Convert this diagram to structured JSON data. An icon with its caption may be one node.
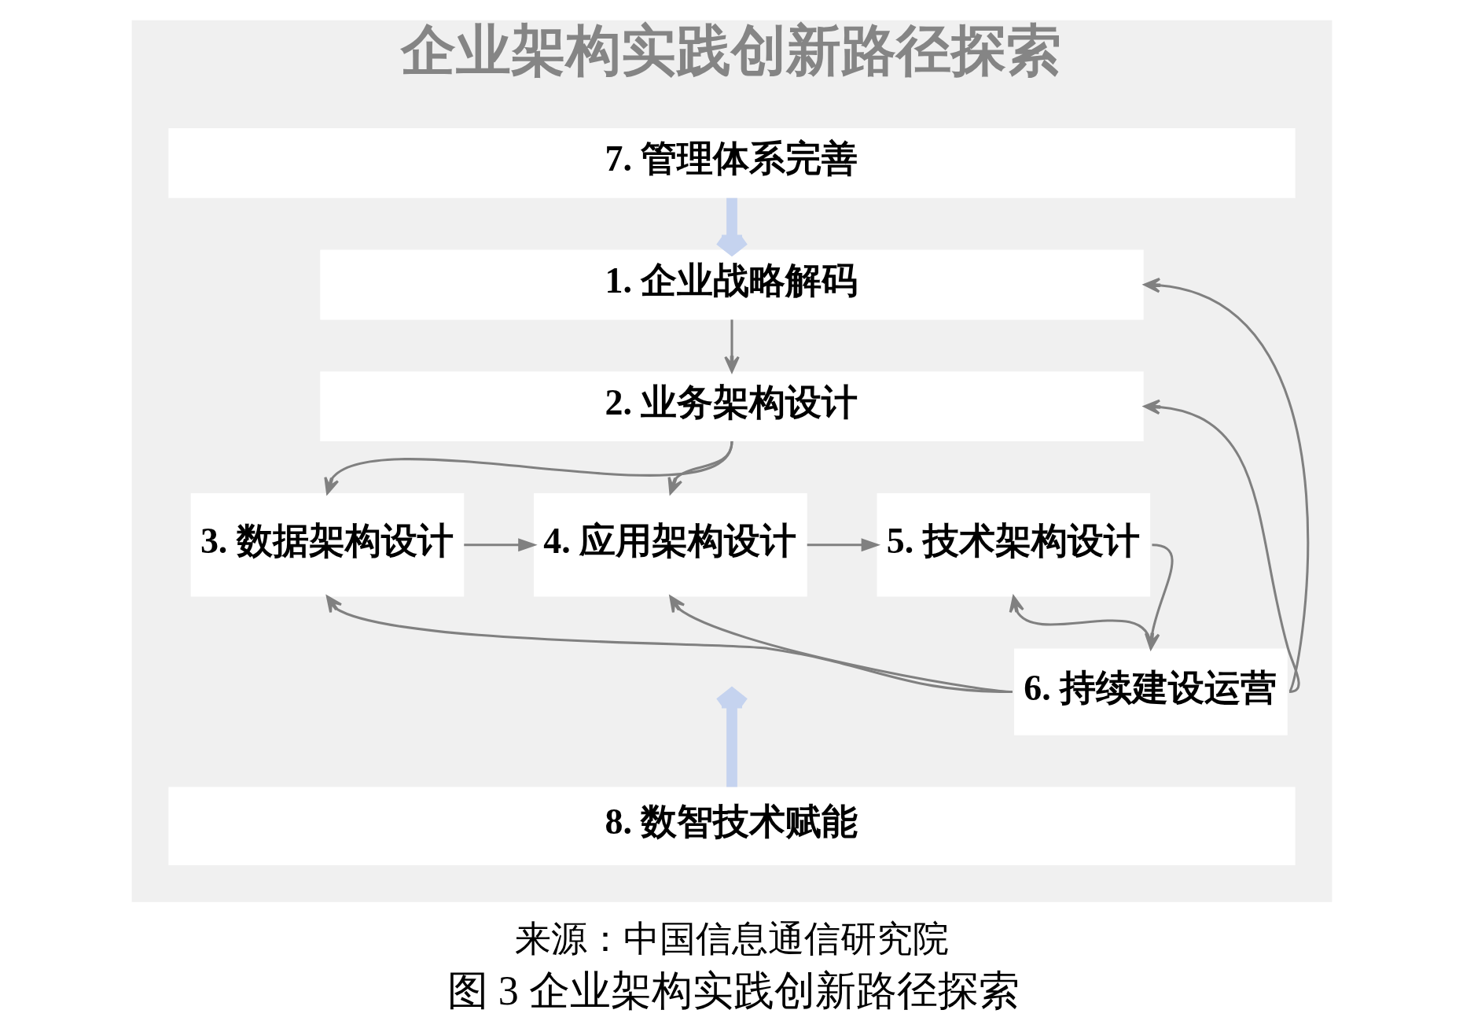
{
  "diagram": {
    "caption": "图 3 企业架构实践创新路径探索",
    "nodes": [
      {
        "text": [
          "企业架构实践创新路径探索"
        ]
      },
      {
        "text": [
          "7. 管理体系完善"
        ],
        "in": 0
      },
      {
        "text": [
          "1. 企业战略解码"
        ],
        "in": 0
      },
      {
        "text": [
          "2. 业务架构设计"
        ],
        "in": 0
      },
      {
        "text": [
          "3. 数据架构设计"
        ],
        "in": 0
      },
      {
        "text": [
          "4. 应用架构设计"
        ],
        "in": 0
      },
      {
        "text": [
          "5. 技术架构设计"
        ],
        "in": 0
      },
      {
        "text": [
          "6. 持续建设运营"
        ],
        "in": 0
      },
      {
        "text": [
          "8. 数智技术赋能"
        ],
        "in": 0
      }
    ],
    "edges": [
      {
        "from": 1,
        "to": 2,
        "arrow": "to",
        "style": "thick",
        "color": "#c5d3ef"
      },
      {
        "from": 2,
        "to": 3,
        "arrow": "to"
      },
      {
        "from": 3,
        "to": 4,
        "arrow": "to"
      },
      {
        "from": 3,
        "to": 5,
        "arrow": "to"
      },
      {
        "from": 4,
        "to": 5,
        "arrow": "to"
      },
      {
        "from": 5,
        "to": 6,
        "arrow": "to"
      },
      {
        "from": 6,
        "to": 7,
        "arrow": "to"
      },
      {
        "from": 7,
        "to": 2,
        "arrow": "to"
      },
      {
        "from": 7,
        "to": 3,
        "arrow": "to"
      },
      {
        "from": 7,
        "to": 4,
        "arrow": "to"
      },
      {
        "from": 7,
        "to": 5,
        "arrow": "to"
      },
      {
        "from": 7,
        "to": 6,
        "arrow": "to"
      },
      {
        "from": 8,
        "to": null,
        "arrow": "to",
        "style": "thick",
        "color": "#c5d3ef"
      }
    ],
    "labels": [
      "来源：中国信息通信研究院"
    ]
  }
}
